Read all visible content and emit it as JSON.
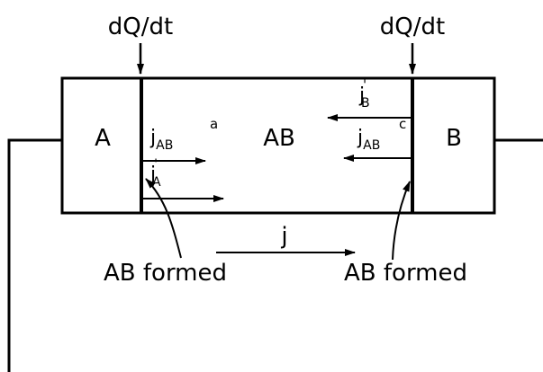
{
  "heat_flux_left": "dQ/dt",
  "heat_flux_right": "dQ/dt",
  "region_a": "A",
  "region_ab": "AB",
  "region_b": "B",
  "flux_j_ab_left": {
    "main": "j",
    "sub": "AB"
  },
  "flux_j_a_prime": {
    "main": "j",
    "sub": "A",
    "prime": "'"
  },
  "flux_j_b_prime": {
    "main": "j",
    "sub": "B",
    "prime": "'"
  },
  "flux_j_ab_right": {
    "main": "j",
    "sub": "AB"
  },
  "interface_a_label": "a",
  "interface_c_label": "c",
  "flux_j_total": "j",
  "ab_formed_left": "AB formed",
  "ab_formed_right": "AB formed"
}
